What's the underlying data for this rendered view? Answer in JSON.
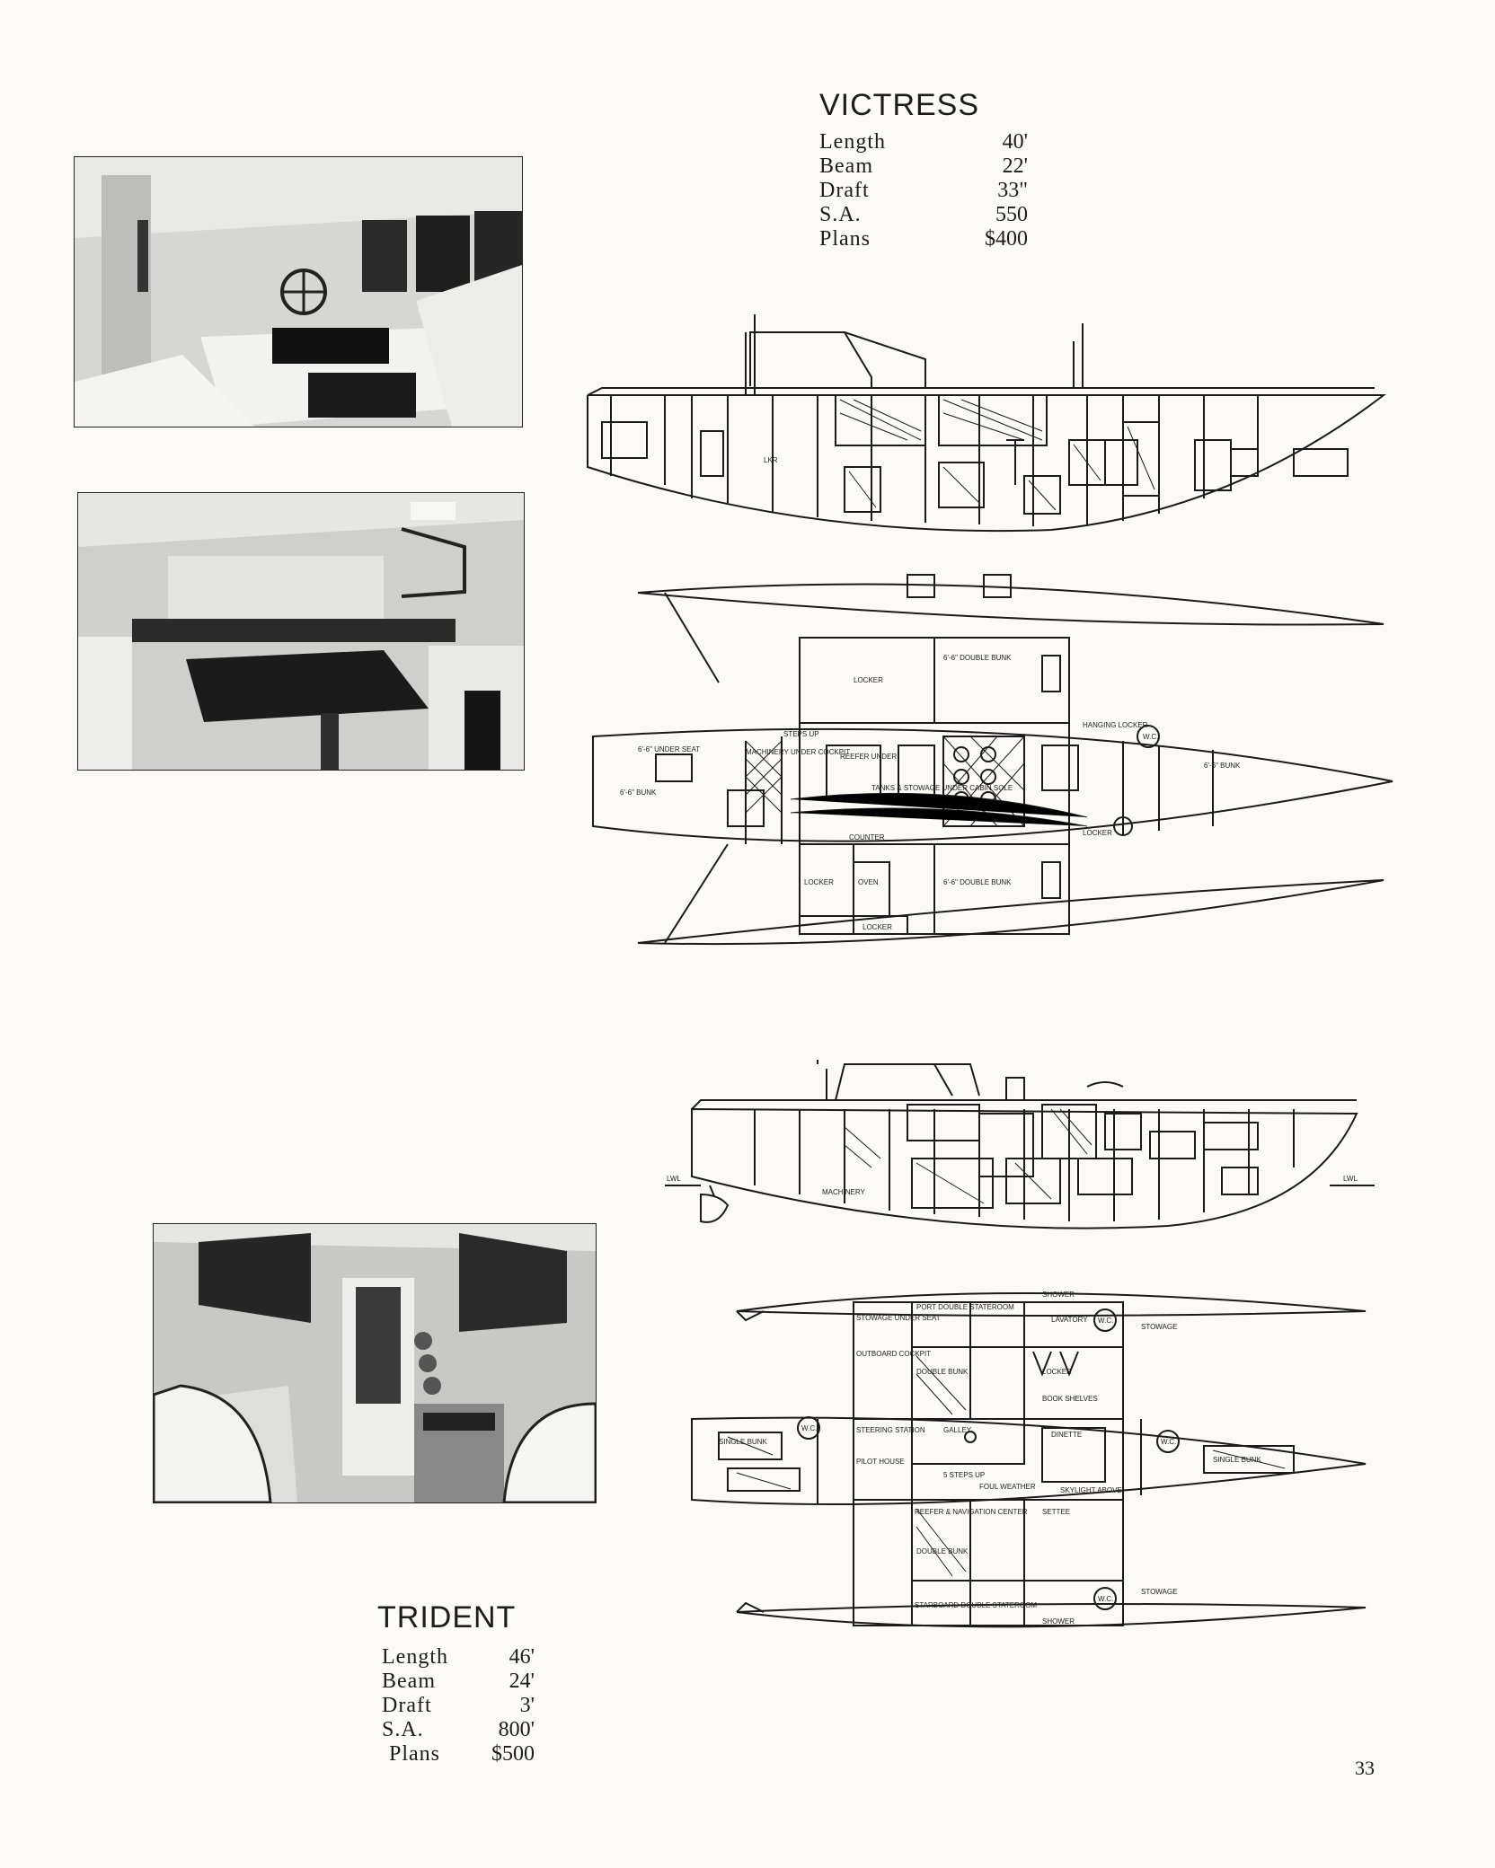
{
  "victress": {
    "name": "VICTRESS",
    "specs": [
      {
        "label": "Length",
        "value": "40'"
      },
      {
        "label": "Beam",
        "value": "22'"
      },
      {
        "label": "Draft",
        "value": "33\""
      },
      {
        "label": "S.A.",
        "value": "550"
      },
      {
        "label": "Plans",
        "value": "$400"
      }
    ],
    "plan_labels": {
      "locker_top": "LOCKER",
      "double_bunk_top": "6'-6\" DOUBLE BUNK",
      "steps_up": "STEPS UP",
      "hanging_locker": "HANGING LOCKER",
      "wc": "W.C.",
      "bunk_fwd": "6'-6\" BUNK",
      "bunk_aft": "6'-6\" BUNK",
      "seat": "6'-6\" UNDER SEAT",
      "machinery": "MACHINERY UNDER COCKPIT",
      "reefer": "REEFER UNDER",
      "tanks": "TANKS & STOWAGE UNDER CABIN SOLE",
      "counter": "COUNTER",
      "locker_bottom": "LOCKER",
      "oven": "OVEN",
      "double_bunk_bottom": "6'-6\" DOUBLE BUNK",
      "locker_bottom2": "LOCKER",
      "locker_side": "LOCKER",
      "lkr": "LKR"
    }
  },
  "trident": {
    "name": "TRIDENT",
    "specs": [
      {
        "label": "Length",
        "value": "46'"
      },
      {
        "label": "Beam",
        "value": "24'"
      },
      {
        "label": "Draft",
        "value": "3'"
      },
      {
        "label": "S.A.",
        "value": "800'"
      },
      {
        "label": "Plans",
        "value": "$500"
      }
    ],
    "plan_labels": {
      "port_stateroom": "PORT DOUBLE STATEROOM",
      "shower_top": "SHOWER",
      "stowage_top": "STOWAGE",
      "lavatory_top": "LAVATORY",
      "stowage_under_seat": "STOWAGE UNDER SEAT",
      "outboard_cockpit": "OUTBOARD COCKPIT",
      "double_bunk_top": "DOUBLE BUNK",
      "locker": "LOCKER",
      "book_shelves": "BOOK SHELVES",
      "steering_station": "STEERING STATION",
      "galley": "GALLEY",
      "dinette": "DINETTE",
      "single_bunk_aft": "SINGLE BUNK",
      "single_bunk_fwd": "SINGLE BUNK",
      "pilot_house": "PILOT HOUSE",
      "steps_up": "5 STEPS UP",
      "foul_weather": "FOUL WEATHER",
      "skylight": "SKYLIGHT ABOVE",
      "settee": "SETTEE",
      "reefer_nav": "REEFER & NAVIGATION CENTER",
      "double_bunk_bottom": "DOUBLE BUNK",
      "starboard_stateroom": "STARBOARD DOUBLE STATEROOM",
      "shower_bottom": "SHOWER",
      "stowage_bottom": "STOWAGE",
      "machinery": "MACHINERY",
      "lwl": "LWL",
      "wc": "W.C."
    }
  },
  "page_number": "33"
}
